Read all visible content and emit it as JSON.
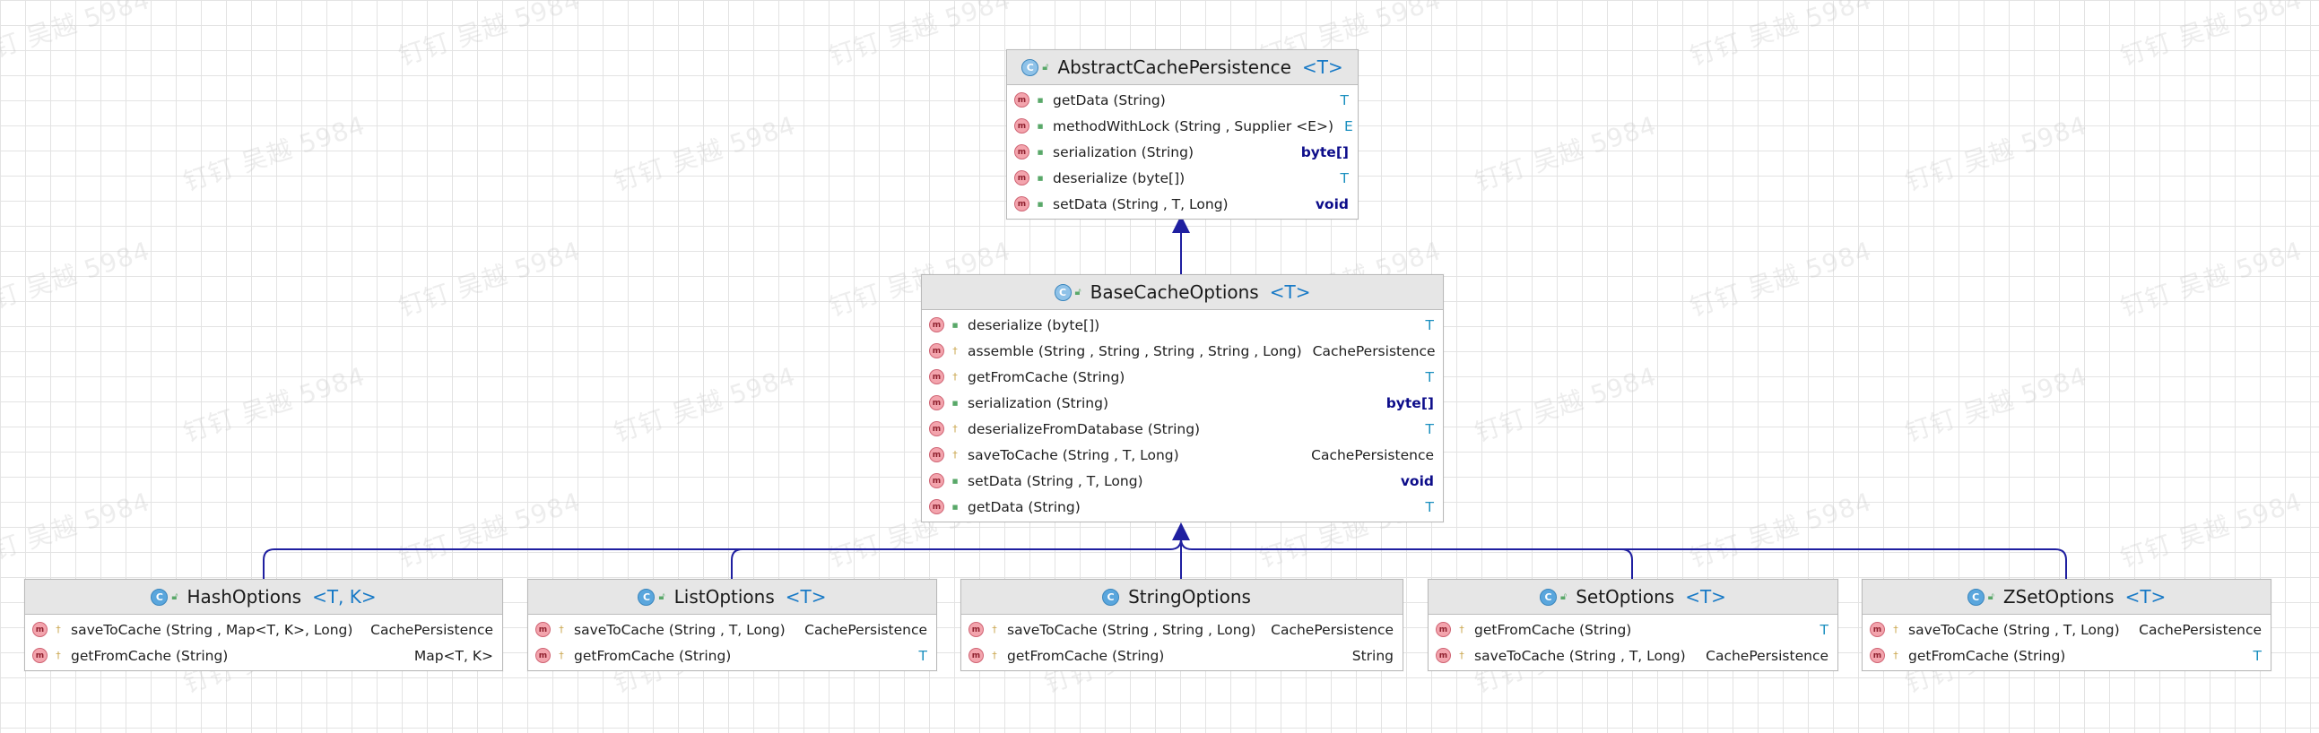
{
  "watermark_text": "钉钉 吴越 5984",
  "colors": {
    "type_param": "#1779c6",
    "keyword": "#0d0d8a",
    "edge": "#1f1fa0",
    "header_bg": "#e6e6e6"
  },
  "classes": [
    {
      "id": "abstract",
      "name": "AbstractCachePersistence",
      "type_params": "<T>",
      "icon": "abstract-class-icon",
      "methods": [
        {
          "name": "getData (String)",
          "type": "T",
          "type_style": "tv",
          "vis": "public"
        },
        {
          "name": "methodWithLock  (String , Supplier <E>)",
          "type": "E",
          "type_style": "tv",
          "vis": "public"
        },
        {
          "name": "serialization  (String)",
          "type": "byte[]",
          "type_style": "kw",
          "vis": "public"
        },
        {
          "name": "deserialize  (byte[])",
          "type": "T",
          "type_style": "tv",
          "vis": "public"
        },
        {
          "name": "setData (String ,  T, Long)",
          "type": "void",
          "type_style": "kw",
          "vis": "public"
        }
      ]
    },
    {
      "id": "base",
      "name": "BaseCacheOptions",
      "type_params": "<T>",
      "icon": "abstract-class-icon",
      "methods": [
        {
          "name": "deserialize  (byte[])",
          "type": "T",
          "type_style": "tv",
          "vis": "public"
        },
        {
          "name": "assemble (String , String , String , String , Long)",
          "type": "CachePersistence",
          "type_style": "plain",
          "vis": "protected"
        },
        {
          "name": "getFromCache  (String)",
          "type": "T",
          "type_style": "tv",
          "vis": "protected"
        },
        {
          "name": "serialization  (String)",
          "type": "byte[]",
          "type_style": "kw",
          "vis": "public"
        },
        {
          "name": "deserializeFromDatabase   (String)",
          "type": "T",
          "type_style": "tv",
          "vis": "protected"
        },
        {
          "name": "saveToCache  (String ,  T, Long)",
          "type": "CachePersistence",
          "type_style": "plain",
          "vis": "protected"
        },
        {
          "name": "setData (String ,  T, Long)",
          "type": "void",
          "type_style": "kw",
          "vis": "public"
        },
        {
          "name": "getData (String)",
          "type": "T",
          "type_style": "tv",
          "vis": "public"
        }
      ]
    },
    {
      "id": "hash",
      "name": "HashOptions",
      "type_params": "<T, K>",
      "icon": "class-icon",
      "methods": [
        {
          "name": "saveToCache  (String , Map<T, K>, Long)",
          "type": "CachePersistence",
          "type_style": "plain",
          "vis": "protected"
        },
        {
          "name": "getFromCache  (String)",
          "type": "Map<T, K>",
          "type_style": "plain",
          "vis": "protected"
        }
      ]
    },
    {
      "id": "list",
      "name": "ListOptions",
      "type_params": "<T>",
      "icon": "class-icon",
      "methods": [
        {
          "name": "saveToCache  (String ,  T, Long)",
          "type": "CachePersistence",
          "type_style": "plain",
          "vis": "protected"
        },
        {
          "name": "getFromCache  (String)",
          "type": "T",
          "type_style": "tv",
          "vis": "protected"
        }
      ]
    },
    {
      "id": "string",
      "name": "StringOptions",
      "type_params": "",
      "icon": "class-icon",
      "methods": [
        {
          "name": "saveToCache  (String , String , Long)",
          "type": "CachePersistence",
          "type_style": "plain",
          "vis": "protected"
        },
        {
          "name": "getFromCache  (String)",
          "type": "String",
          "type_style": "plain",
          "vis": "protected"
        }
      ]
    },
    {
      "id": "set",
      "name": "SetOptions",
      "type_params": "<T>",
      "icon": "class-icon",
      "methods": [
        {
          "name": "getFromCache  (String)",
          "type": "T",
          "type_style": "tv",
          "vis": "protected"
        },
        {
          "name": "saveToCache  (String ,  T, Long)",
          "type": "CachePersistence",
          "type_style": "plain",
          "vis": "protected"
        }
      ]
    },
    {
      "id": "zset",
      "name": "ZSetOptions",
      "type_params": "<T>",
      "icon": "class-icon",
      "methods": [
        {
          "name": "saveToCache  (String ,  T, Long)",
          "type": "CachePersistence",
          "type_style": "plain",
          "vis": "protected"
        },
        {
          "name": "getFromCache  (String)",
          "type": "T",
          "type_style": "tv",
          "vis": "protected"
        }
      ]
    }
  ],
  "edges": [
    {
      "from": "base",
      "to": "abstract",
      "kind": "extends"
    },
    {
      "from": "hash",
      "to": "base",
      "kind": "extends"
    },
    {
      "from": "list",
      "to": "base",
      "kind": "extends"
    },
    {
      "from": "string",
      "to": "base",
      "kind": "extends"
    },
    {
      "from": "set",
      "to": "base",
      "kind": "extends"
    },
    {
      "from": "zset",
      "to": "base",
      "kind": "extends"
    }
  ]
}
